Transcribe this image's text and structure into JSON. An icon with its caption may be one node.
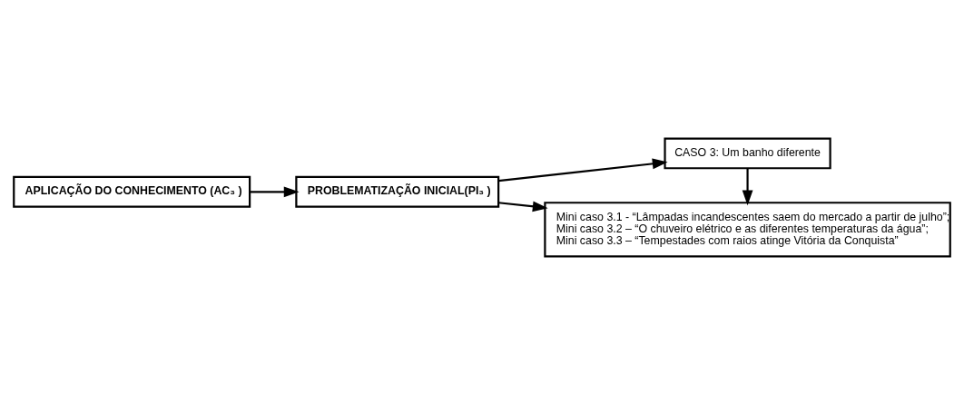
{
  "diagram": {
    "nodes": [
      {
        "text": [
          "APLICAÇÃO DO CONHECIMENTO (AC₃ )"
        ]
      },
      {
        "text": [
          "PROBLEMATIZAÇÃO INICIAL(PI₃ )"
        ]
      },
      {
        "text": [
          "CASO 3: Um banho diferente"
        ]
      },
      {
        "text": [
          "Mini caso 3.1 - “Lâmpadas incandescentes saem do mercado a partir de julho”;",
          "Mini caso 3.2 – “O chuveiro elétrico e as diferentes temperaturas da água”;",
          "Mini caso 3.3 – “Tempestades com raios atinge Vitória da Conquista”"
        ]
      }
    ],
    "edges": [
      {
        "from": 0,
        "to": 1,
        "arrow": "to"
      },
      {
        "from": 1,
        "to": 2,
        "arrow": "to"
      },
      {
        "from": 2,
        "to": 3,
        "arrow": "to"
      },
      {
        "from": 1,
        "to": 3,
        "arrow": "to"
      }
    ]
  }
}
